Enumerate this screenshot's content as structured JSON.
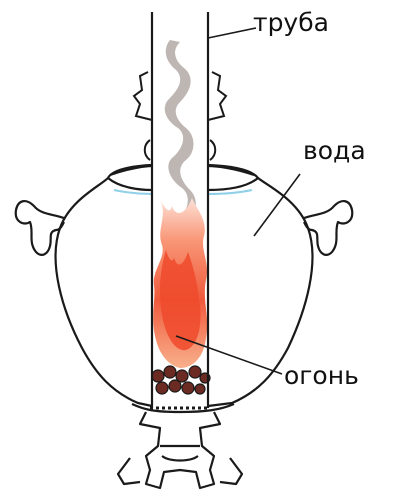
{
  "labels": {
    "pipe": "труба",
    "water": "вода",
    "fire": "огонь"
  },
  "colors": {
    "outline": "#1a1a1a",
    "smoke": "#9a8f8a",
    "fire_red": "#f04a2e",
    "fire_orange": "#f7a07a",
    "coal": "#6b2a22",
    "water_line": "#8fd0e8"
  }
}
